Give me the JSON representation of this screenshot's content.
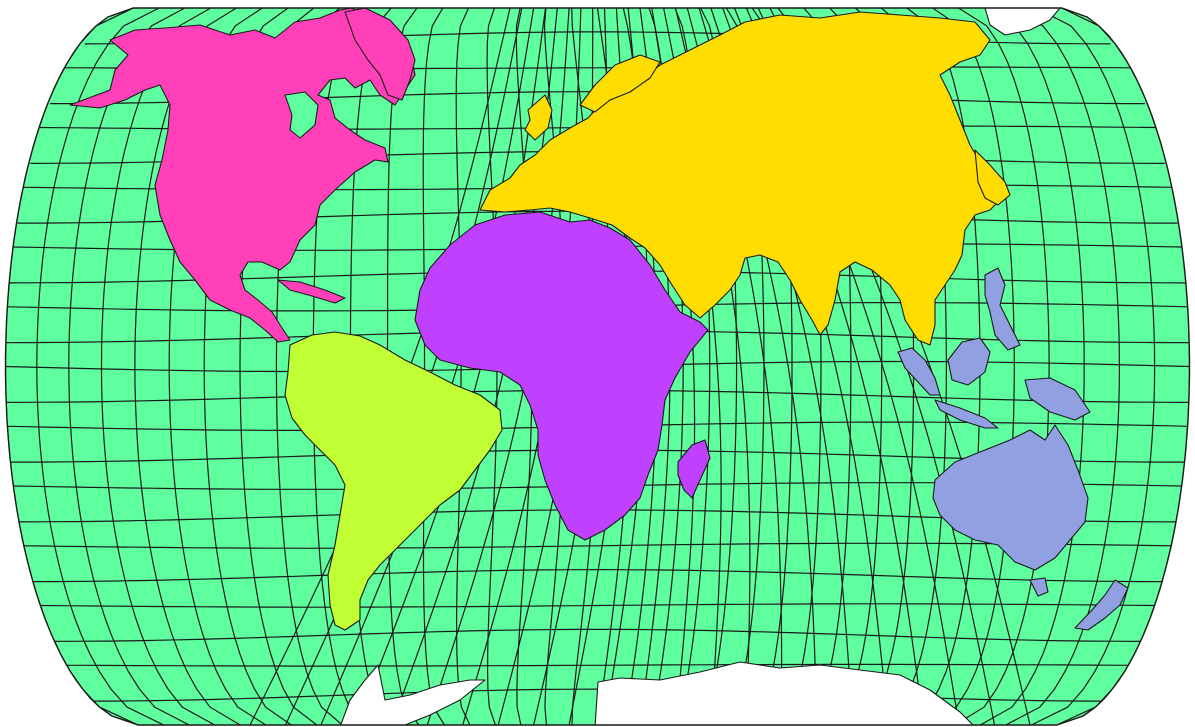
{
  "map": {
    "ocean_color": "#5fff9f",
    "grid_color": "#1a1a1a",
    "ice_color": "#ffffff",
    "grid": {
      "meridian_count": 36,
      "parallel_count": 12,
      "shown": true
    }
  },
  "continents": [
    {
      "id": "north-america",
      "color": "#ff40b8"
    },
    {
      "id": "south-america",
      "color": "#c0ff33"
    },
    {
      "id": "africa",
      "color": "#bf40ff"
    },
    {
      "id": "eurasia",
      "color": "#ffdd00"
    },
    {
      "id": "oceania",
      "color": "#90a0e0"
    },
    {
      "id": "antarctica",
      "color": "#ffffff"
    }
  ]
}
